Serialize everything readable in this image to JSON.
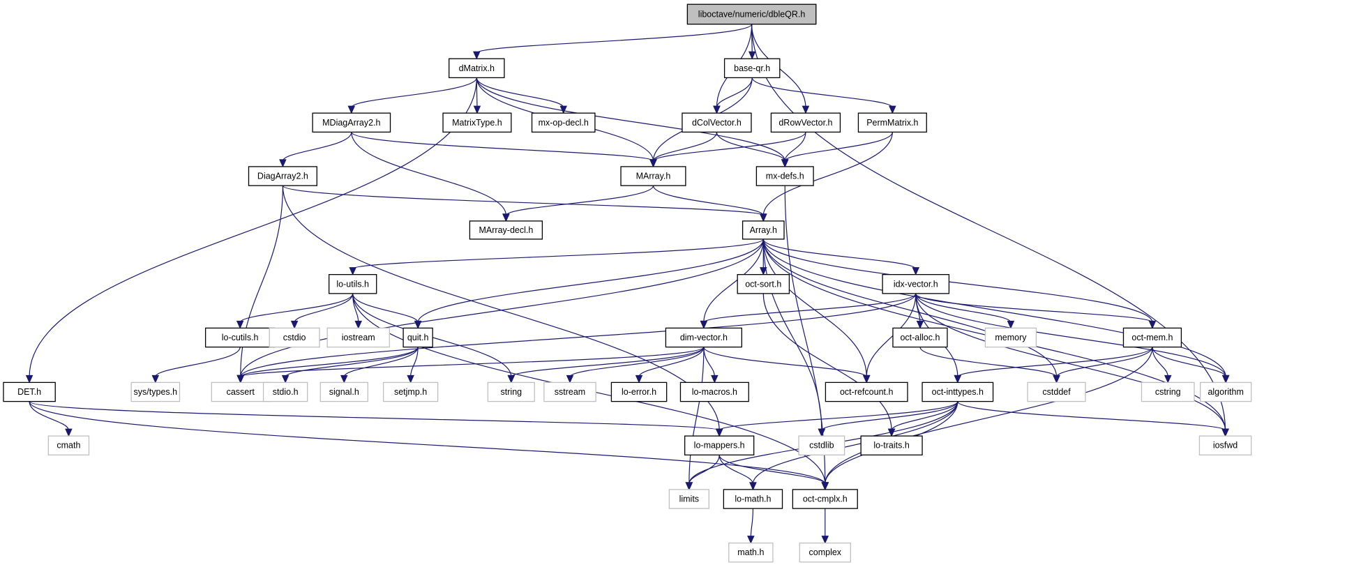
{
  "title": "liboctave/numeric/dbleQR.h",
  "diagram_type": "include dependency graph",
  "colors": {
    "edge": "#191970",
    "root_fill": "#bfbfbf",
    "node_border": "#000000",
    "external_border": "#bfbfbf",
    "background": "#ffffff"
  },
  "nodes": [
    {
      "id": "root",
      "label": "liboctave/numeric/dbleQR.h",
      "kind": "root"
    },
    {
      "id": "dMatrix",
      "label": "dMatrix.h",
      "kind": "internal"
    },
    {
      "id": "baseqr",
      "label": "base-qr.h",
      "kind": "internal"
    },
    {
      "id": "dColVector",
      "label": "dColVector.h",
      "kind": "internal"
    },
    {
      "id": "dRowVector",
      "label": "dRowVector.h",
      "kind": "internal"
    },
    {
      "id": "PermMatrix",
      "label": "PermMatrix.h",
      "kind": "internal"
    },
    {
      "id": "MDiagArray2",
      "label": "MDiagArray2.h",
      "kind": "internal"
    },
    {
      "id": "MatrixType",
      "label": "MatrixType.h",
      "kind": "internal"
    },
    {
      "id": "mxopdecl",
      "label": "mx-op-decl.h",
      "kind": "internal"
    },
    {
      "id": "DiagArray2",
      "label": "DiagArray2.h",
      "kind": "internal"
    },
    {
      "id": "MArray",
      "label": "MArray.h",
      "kind": "internal"
    },
    {
      "id": "mxdefs",
      "label": "mx-defs.h",
      "kind": "internal"
    },
    {
      "id": "MArraydecl",
      "label": "MArray-decl.h",
      "kind": "internal"
    },
    {
      "id": "Array",
      "label": "Array.h",
      "kind": "internal"
    },
    {
      "id": "loutils",
      "label": "lo-utils.h",
      "kind": "internal"
    },
    {
      "id": "octsort",
      "label": "oct-sort.h",
      "kind": "internal"
    },
    {
      "id": "idxvector",
      "label": "idx-vector.h",
      "kind": "internal"
    },
    {
      "id": "locutils",
      "label": "lo-cutils.h",
      "kind": "internal"
    },
    {
      "id": "cstdio",
      "label": "cstdio",
      "kind": "external"
    },
    {
      "id": "iostream",
      "label": "iostream",
      "kind": "external"
    },
    {
      "id": "quit",
      "label": "quit.h",
      "kind": "internal"
    },
    {
      "id": "dimvector",
      "label": "dim-vector.h",
      "kind": "internal"
    },
    {
      "id": "octalloc",
      "label": "oct-alloc.h",
      "kind": "internal"
    },
    {
      "id": "memory",
      "label": "memory",
      "kind": "external"
    },
    {
      "id": "octmem",
      "label": "oct-mem.h",
      "kind": "internal"
    },
    {
      "id": "DET",
      "label": "DET.h",
      "kind": "internal"
    },
    {
      "id": "systypes",
      "label": "sys/types.h",
      "kind": "external"
    },
    {
      "id": "cassert",
      "label": "cassert",
      "kind": "external"
    },
    {
      "id": "stdio",
      "label": "stdio.h",
      "kind": "external"
    },
    {
      "id": "signal",
      "label": "signal.h",
      "kind": "external"
    },
    {
      "id": "setjmp",
      "label": "setjmp.h",
      "kind": "external"
    },
    {
      "id": "string",
      "label": "string",
      "kind": "external"
    },
    {
      "id": "sstream",
      "label": "sstream",
      "kind": "external"
    },
    {
      "id": "loerror",
      "label": "lo-error.h",
      "kind": "internal"
    },
    {
      "id": "lomacros",
      "label": "lo-macros.h",
      "kind": "internal"
    },
    {
      "id": "octrefcount",
      "label": "oct-refcount.h",
      "kind": "internal"
    },
    {
      "id": "octinttypes",
      "label": "oct-inttypes.h",
      "kind": "internal"
    },
    {
      "id": "cstddef",
      "label": "cstddef",
      "kind": "external"
    },
    {
      "id": "cstring",
      "label": "cstring",
      "kind": "external"
    },
    {
      "id": "algorithm",
      "label": "algorithm",
      "kind": "external"
    },
    {
      "id": "cmath",
      "label": "cmath",
      "kind": "external"
    },
    {
      "id": "lomappers",
      "label": "lo-mappers.h",
      "kind": "internal"
    },
    {
      "id": "cstdlib",
      "label": "cstdlib",
      "kind": "external"
    },
    {
      "id": "lotraits",
      "label": "lo-traits.h",
      "kind": "internal"
    },
    {
      "id": "iosfwd",
      "label": "iosfwd",
      "kind": "external"
    },
    {
      "id": "limits",
      "label": "limits",
      "kind": "external"
    },
    {
      "id": "lomath",
      "label": "lo-math.h",
      "kind": "internal"
    },
    {
      "id": "octcmplx",
      "label": "oct-cmplx.h",
      "kind": "internal"
    },
    {
      "id": "mathh",
      "label": "math.h",
      "kind": "external"
    },
    {
      "id": "complex",
      "label": "complex",
      "kind": "external"
    }
  ],
  "edges": [
    [
      "root",
      "dMatrix"
    ],
    [
      "root",
      "baseqr"
    ],
    [
      "root",
      "dColVector"
    ],
    [
      "root",
      "dRowVector"
    ],
    [
      "root",
      "iosfwd"
    ],
    [
      "dMatrix",
      "MDiagArray2"
    ],
    [
      "dMatrix",
      "MatrixType"
    ],
    [
      "dMatrix",
      "mxopdecl"
    ],
    [
      "dMatrix",
      "MArray"
    ],
    [
      "dMatrix",
      "mxdefs"
    ],
    [
      "dMatrix",
      "DET"
    ],
    [
      "baseqr",
      "dColVector"
    ],
    [
      "baseqr",
      "PermMatrix"
    ],
    [
      "baseqr",
      "MArray"
    ],
    [
      "dColVector",
      "MArray"
    ],
    [
      "dColVector",
      "mxdefs"
    ],
    [
      "dRowVector",
      "MArray"
    ],
    [
      "dRowVector",
      "mxdefs"
    ],
    [
      "PermMatrix",
      "mxdefs"
    ],
    [
      "PermMatrix",
      "Array"
    ],
    [
      "MDiagArray2",
      "DiagArray2"
    ],
    [
      "MDiagArray2",
      "MArray"
    ],
    [
      "MDiagArray2",
      "MArraydecl"
    ],
    [
      "DiagArray2",
      "Array"
    ],
    [
      "DiagArray2",
      "cassert"
    ],
    [
      "DiagArray2",
      "lomappers"
    ],
    [
      "MArray",
      "MArraydecl"
    ],
    [
      "MArray",
      "Array"
    ],
    [
      "mxdefs",
      "octcmplx"
    ],
    [
      "Array",
      "loutils"
    ],
    [
      "Array",
      "octsort"
    ],
    [
      "Array",
      "idxvector"
    ],
    [
      "Array",
      "quit"
    ],
    [
      "Array",
      "dimvector"
    ],
    [
      "Array",
      "octrefcount"
    ],
    [
      "Array",
      "octmem"
    ],
    [
      "Array",
      "cassert"
    ],
    [
      "Array",
      "cstddef"
    ],
    [
      "Array",
      "algorithm"
    ],
    [
      "Array",
      "iosfwd"
    ],
    [
      "Array",
      "cstdlib"
    ],
    [
      "loutils",
      "locutils"
    ],
    [
      "loutils",
      "cstdio"
    ],
    [
      "loutils",
      "iostream"
    ],
    [
      "loutils",
      "quit"
    ],
    [
      "loutils",
      "string"
    ],
    [
      "loutils",
      "octcmplx"
    ],
    [
      "octsort",
      "lotraits"
    ],
    [
      "idxvector",
      "dimvector"
    ],
    [
      "idxvector",
      "octalloc"
    ],
    [
      "idxvector",
      "memory"
    ],
    [
      "idxvector",
      "octmem"
    ],
    [
      "idxvector",
      "octrefcount"
    ],
    [
      "idxvector",
      "octinttypes"
    ],
    [
      "idxvector",
      "cassert"
    ],
    [
      "idxvector",
      "algorithm"
    ],
    [
      "idxvector",
      "iosfwd"
    ],
    [
      "locutils",
      "systypes"
    ],
    [
      "quit",
      "stdio"
    ],
    [
      "quit",
      "signal"
    ],
    [
      "quit",
      "setjmp"
    ],
    [
      "quit",
      "cassert"
    ],
    [
      "dimvector",
      "cassert"
    ],
    [
      "dimvector",
      "string"
    ],
    [
      "dimvector",
      "sstream"
    ],
    [
      "dimvector",
      "loerror"
    ],
    [
      "dimvector",
      "lomacros"
    ],
    [
      "dimvector",
      "octrefcount"
    ],
    [
      "dimvector",
      "limits"
    ],
    [
      "octalloc",
      "cstddef"
    ],
    [
      "octmem",
      "cstddef"
    ],
    [
      "octmem",
      "cstring"
    ],
    [
      "octmem",
      "algorithm"
    ],
    [
      "octmem",
      "octinttypes"
    ],
    [
      "octmem",
      "octcmplx"
    ],
    [
      "DET",
      "cmath"
    ],
    [
      "DET",
      "lomappers"
    ],
    [
      "DET",
      "octcmplx"
    ],
    [
      "octinttypes",
      "lomappers"
    ],
    [
      "octinttypes",
      "cstdlib"
    ],
    [
      "octinttypes",
      "lotraits"
    ],
    [
      "octinttypes",
      "iosfwd"
    ],
    [
      "octinttypes",
      "limits"
    ],
    [
      "octinttypes",
      "lomath"
    ],
    [
      "octinttypes",
      "octcmplx"
    ],
    [
      "lomappers",
      "limits"
    ],
    [
      "lomappers",
      "lomath"
    ],
    [
      "lomappers",
      "octcmplx"
    ],
    [
      "lomath",
      "mathh"
    ],
    [
      "octcmplx",
      "complex"
    ]
  ]
}
